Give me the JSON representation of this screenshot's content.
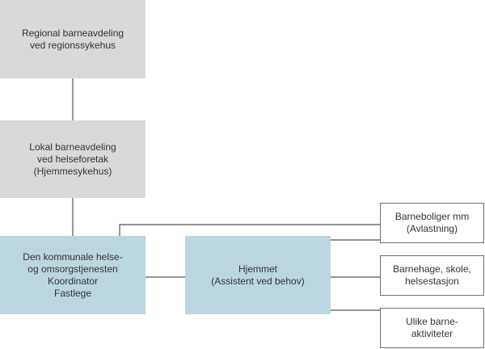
{
  "nodes": {
    "regional": "Regional barneavdeling\nved regionssykehus",
    "lokal": "Lokal barneavdeling\nved helseforetak\n(Hjemmesykehus)",
    "kommunal": "Den kommunale helse-\nog omsorgstjenesten\nKoordinator\nFastlege",
    "hjemmet": "Hjemmet\n(Assistent ved behov)",
    "barneboliger": "Barneboliger mm\n(Avlastning)",
    "barnehage": "Barnehage, skole,\nhelsestasjon",
    "aktiviteter": "Ulike barne-\naktiviteter"
  },
  "colors": {
    "grey": "#d9d9d9",
    "blue": "#bcd6e0",
    "line": "#555555"
  }
}
